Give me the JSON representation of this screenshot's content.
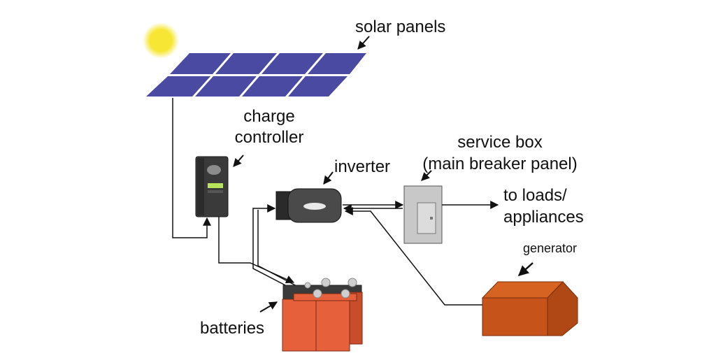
{
  "labels": {
    "solar_panels": "solar panels",
    "charge_controller_line1": "charge",
    "charge_controller_line2": "controller",
    "inverter": "inverter",
    "service_box_line1": "service box",
    "service_box_line2": "(main breaker panel)",
    "loads_line1": "to loads/",
    "loads_line2": "appliances",
    "generator": "generator",
    "batteries": "batteries"
  },
  "colors": {
    "sun": "#f7e634",
    "panel_cell": "#4a4aa3",
    "panel_frame": "#ffffff",
    "controller_body": "#3a3a3a",
    "controller_display": "#b6e25c",
    "inverter_body": "#4a4a4a",
    "inverter_side": "#2a2a2a",
    "service_box": "#c8c8c8",
    "battery": "#e5603b",
    "battery_top": "#3a3a3a",
    "generator": "#c5531a",
    "wire": "#111111"
  }
}
